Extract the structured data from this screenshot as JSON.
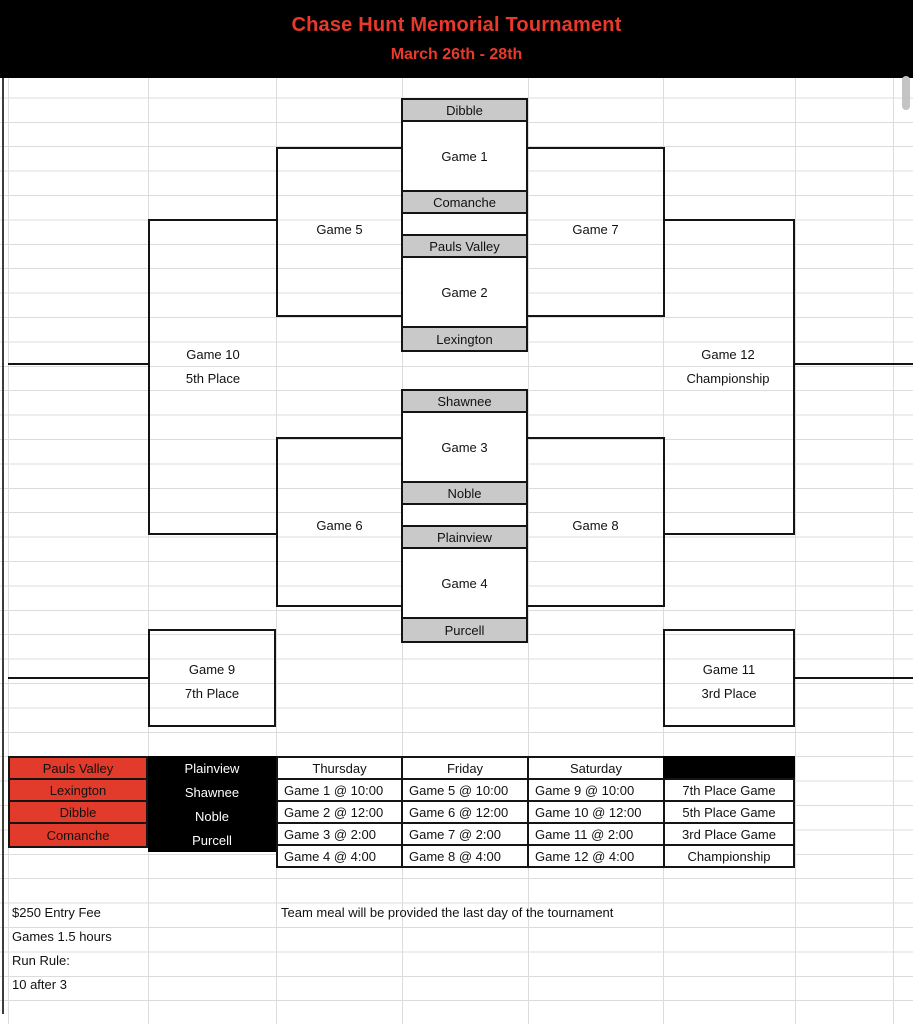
{
  "header": {
    "title": "Chase Hunt Memorial Tournament",
    "dates": "March 26th - 28th"
  },
  "colors": {
    "title_red": "#e8392b",
    "red_cell": "#e23a2b",
    "shaded_cell": "#c9c9c9",
    "grid_line": "#dcdcdc",
    "border": "#141414"
  },
  "bracket": {
    "teams": {
      "slot1": "Dibble",
      "slot2": "Comanche",
      "slot3": "Pauls Valley",
      "slot4": "Lexington",
      "slot5": "Shawnee",
      "slot6": "Noble",
      "slot7": "Plainview",
      "slot8": "Purcell"
    },
    "games": {
      "g1": "Game 1",
      "g2": "Game 2",
      "g3": "Game 3",
      "g4": "Game 4",
      "g5": "Game 5",
      "g6": "Game 6",
      "g7": "Game 7",
      "g8": "Game 8"
    },
    "placement_games": {
      "g9": {
        "label": "Game 9",
        "sub": "7th Place"
      },
      "g10": {
        "label": "Game 10",
        "sub": "5th Place"
      },
      "g11": {
        "label": "Game 11",
        "sub": "3rd Place"
      },
      "g12": {
        "label": "Game 12",
        "sub": "Championship"
      }
    }
  },
  "schedule": {
    "red_pool": [
      "Pauls Valley",
      "Lexington",
      "Dibble",
      "Comanche"
    ],
    "black_pool": [
      "Plainview",
      "Shawnee",
      "Noble",
      "Purcell"
    ],
    "days": [
      {
        "label": "Thursday",
        "games": [
          "Game 1 @ 10:00",
          "Game 2 @ 12:00",
          "Game 3 @ 2:00",
          "Game 4 @ 4:00"
        ]
      },
      {
        "label": "Friday",
        "games": [
          "Game 5 @ 10:00",
          "Game 6 @ 12:00",
          "Game 7 @ 2:00",
          "Game 8 @ 4:00"
        ]
      },
      {
        "label": "Saturday",
        "games": [
          "Game 9 @ 10:00",
          "Game 10 @ 12:00",
          "Game 11 @ 2:00",
          "Game 12 @ 4:00"
        ]
      }
    ],
    "placements": [
      "7th Place Game",
      "5th Place Game",
      "3rd Place Game",
      "Championship"
    ]
  },
  "notes": {
    "entry_fee": "$250 Entry Fee",
    "duration": "Games 1.5 hours",
    "run_rule_label": "Run Rule:",
    "run_rule_value": "10 after 3",
    "team_meal": "Team meal will be provided the last day of the tournament"
  }
}
